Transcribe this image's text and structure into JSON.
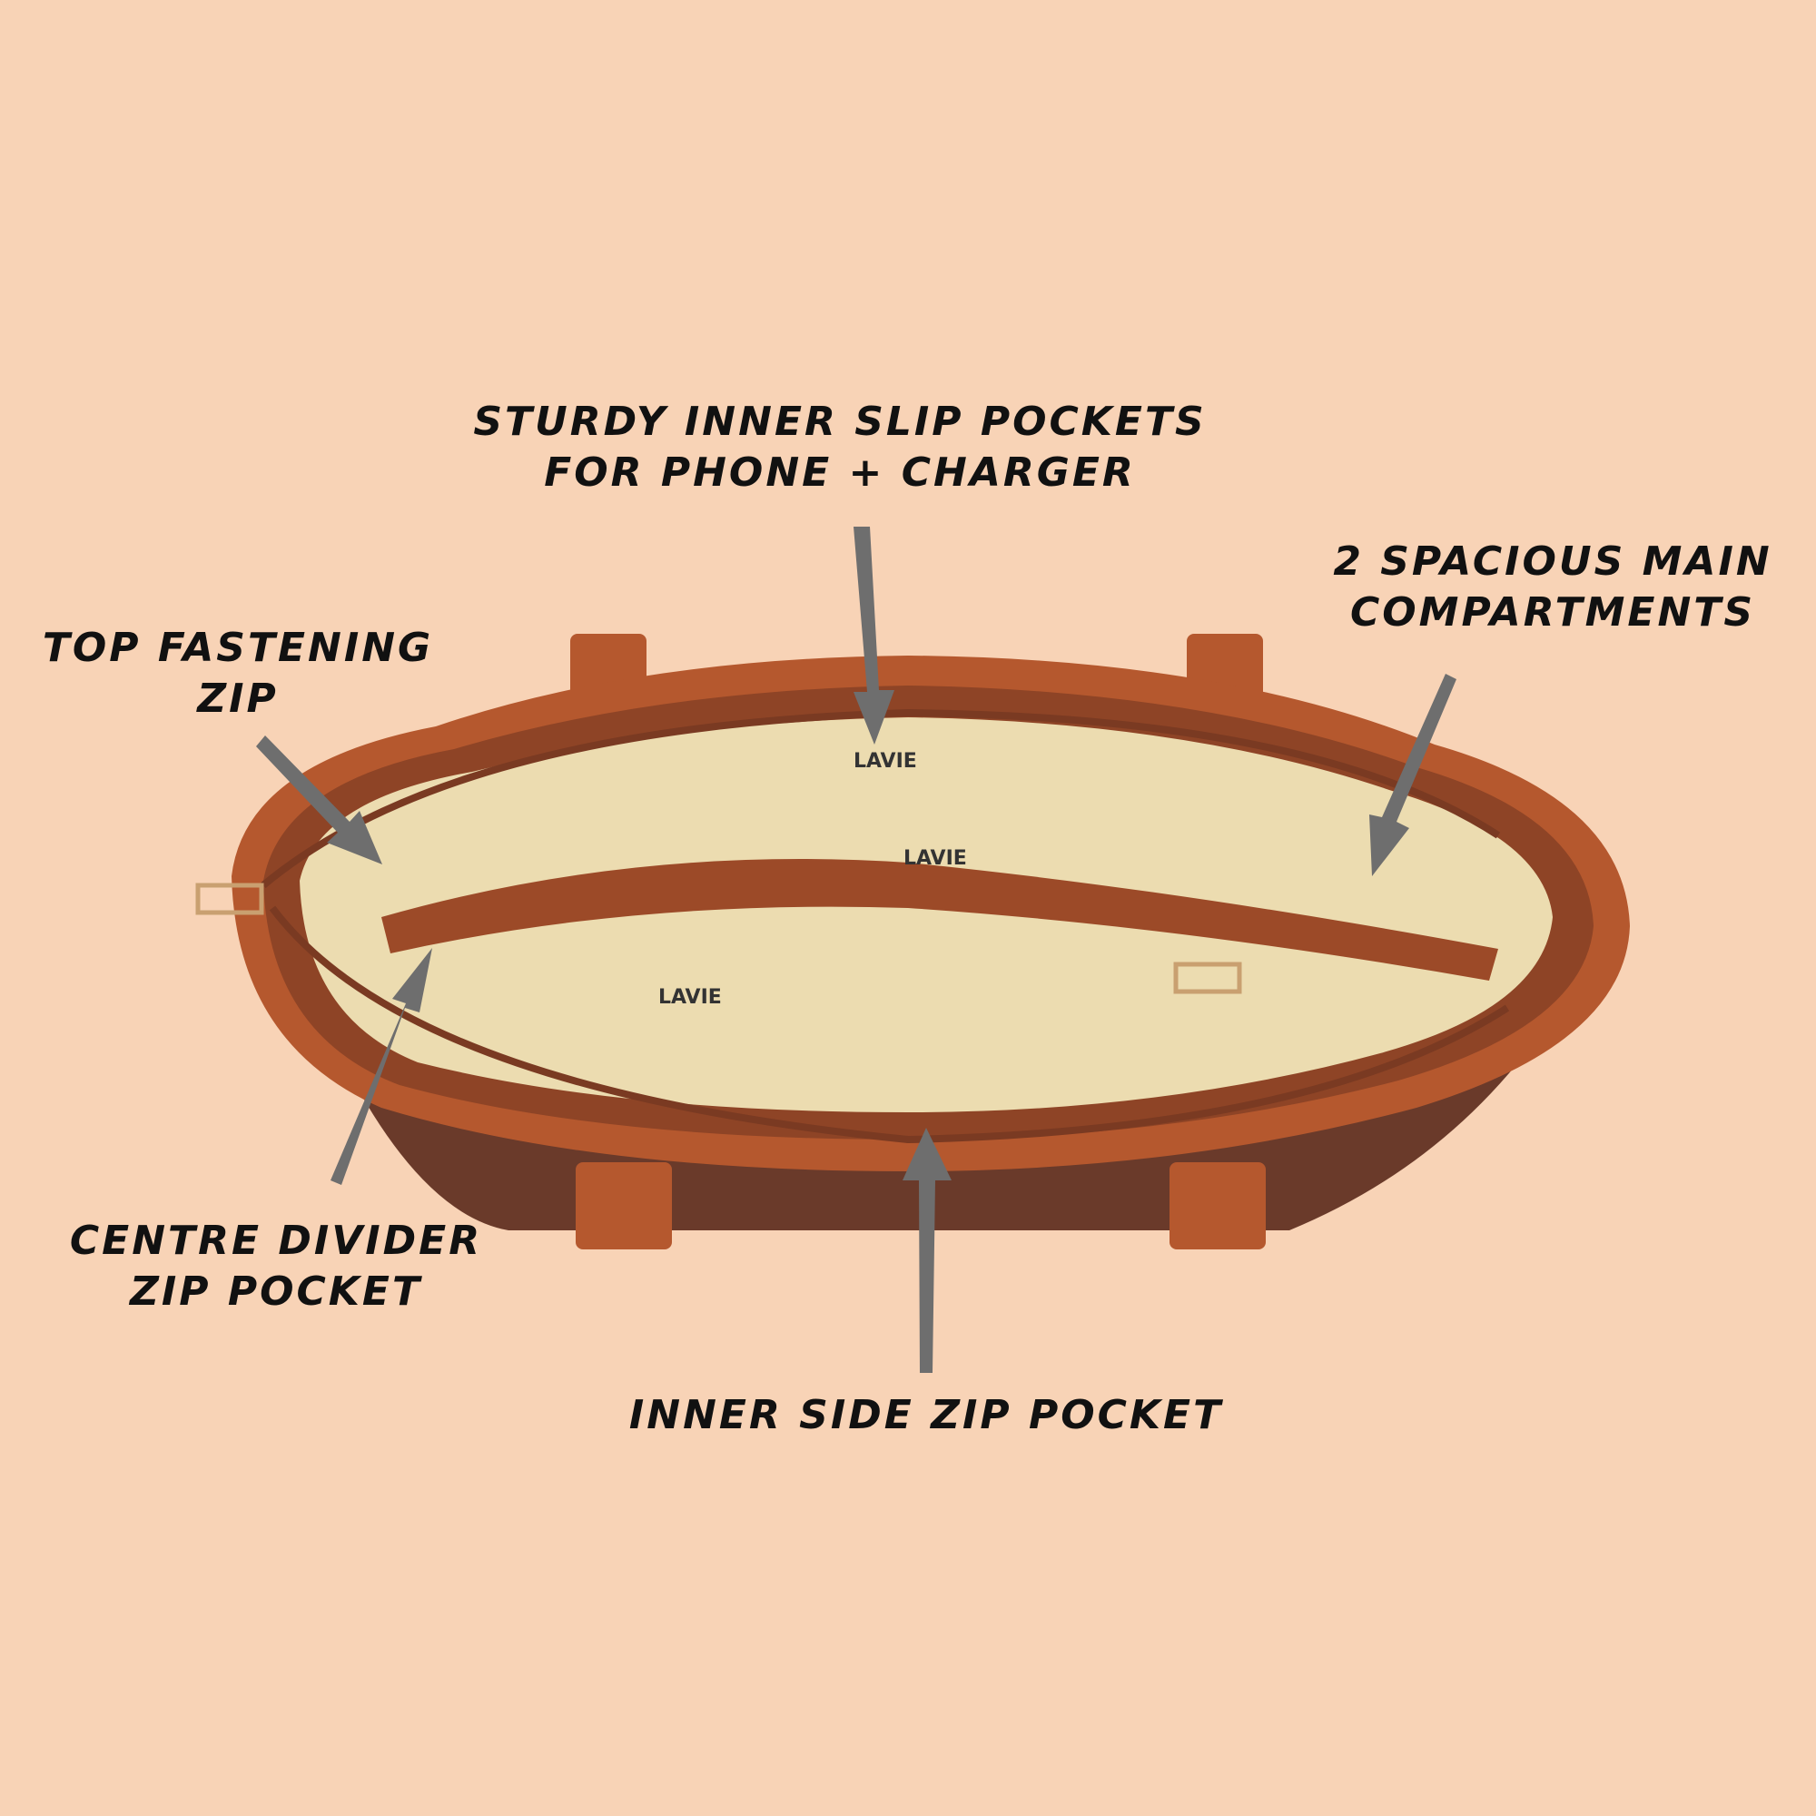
{
  "callouts": {
    "slip_pockets": {
      "line1": "STURDY INNER SLIP POCKETS",
      "line2": "FOR PHONE + CHARGER"
    },
    "main_compartments": {
      "line1": "2 SPACIOUS MAIN",
      "line2": "COMPARTMENTS"
    },
    "top_zip": {
      "line1": "TOP FASTENING",
      "line2": "ZIP"
    },
    "divider_pocket": {
      "line1": "CENTRE DIVIDER",
      "line2": "ZIP POCKET"
    },
    "side_pocket": {
      "line1": "INNER SIDE ZIP POCKET"
    }
  },
  "bag": {
    "brand_print": "LAVIE"
  },
  "colors": {
    "background": "#f8d3b6",
    "leather": "#b5582e",
    "leather_dark": "#7a3a22",
    "lining": "#ecdcb0",
    "arrow": "#6e6e6e"
  }
}
